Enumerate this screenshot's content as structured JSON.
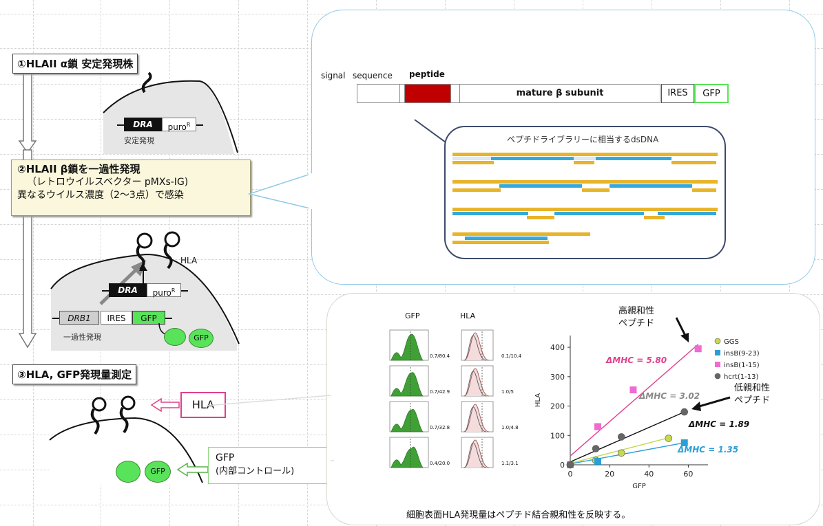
{
  "step1": {
    "label": "①HLAII α鎖 安定発現株"
  },
  "step2": {
    "title": "②HLAII β鎖を一過性発現",
    "line2": "（レトロウイルスベクター pMXs-IG)",
    "line3": "異なるウイルス濃度（2〜3点）で感染"
  },
  "step3": {
    "label": "③HLA, GFP発現量測定"
  },
  "cell1": {
    "gene": "DRA",
    "marker": "puro",
    "marker_sup": "R",
    "caption": "安定発現"
  },
  "cell2": {
    "gene": "DRA",
    "marker": "puro",
    "marker_sup": "R",
    "gene_b": "DRB1",
    "ires": "IRES",
    "gfp": "GFP",
    "hla": "HLA",
    "caption": "一過性発現",
    "gfp_ball": "GFP"
  },
  "cell3": {
    "hla_box": "HLA",
    "gfp_box_line1": "GFP",
    "gfp_box_line2": "(内部コントロール)",
    "gfp_ball": "GFP"
  },
  "construct": {
    "signal": "signal",
    "sequence": "sequence",
    "peptide": "peptide",
    "mature": "mature β subunit",
    "ires": "IRES",
    "gfp": "GFP"
  },
  "library": {
    "title": "ペプチドライブラリーに相当するdsDNA"
  },
  "flow": {
    "col_gfp": "GFP",
    "col_hla": "HLA",
    "rows": [
      {
        "gfp_val": "0.7/80.4",
        "hla_val": "0.1/10.4"
      },
      {
        "gfp_val": "0.7/42.9",
        "hla_val": "1.0/5"
      },
      {
        "gfp_val": "0.7/32.8",
        "hla_val": "1.0/4.8"
      },
      {
        "gfp_val": "0.4/20.0",
        "hla_val": "1.1/3.1"
      }
    ]
  },
  "annotations": {
    "high_line1": "高親和性",
    "high_line2": "ペプチド",
    "low_line1": "低親和性",
    "low_line2": "ペプチド",
    "caption": "細胞表面HLA発現量はペプチド結合親和性を反映する。"
  },
  "colors": {
    "ggs": "#c6d94f",
    "insb923": "#2a9fd6",
    "insb115": "#f06ad2",
    "hcrt": "#666666",
    "green": "#3fa035",
    "bright_green": "#59e35a",
    "pink_line": "#e0408c",
    "red_peptide": "#c00000"
  },
  "chart_data": {
    "type": "scatter",
    "xlabel": "GFP",
    "ylabel": "HLA",
    "xlim": [
      0,
      70
    ],
    "ylim": [
      0,
      440
    ],
    "xticks": [
      0,
      20,
      40,
      60
    ],
    "yticks": [
      0,
      100,
      200,
      300,
      400
    ],
    "grid": false,
    "legend_position": "right",
    "series": [
      {
        "name": "GGS",
        "color": "#c6d94f",
        "marker": "circle",
        "points": [
          [
            0,
            0
          ],
          [
            13,
            15
          ],
          [
            26,
            40
          ],
          [
            50,
            90
          ]
        ],
        "fit": [
          [
            0,
            5
          ],
          [
            50,
            92
          ]
        ],
        "label": "",
        "label_color": ""
      },
      {
        "name": "insB(9-23)",
        "color": "#2a9fd6",
        "marker": "square",
        "points": [
          [
            0,
            0
          ],
          [
            14,
            12
          ],
          [
            58,
            75
          ]
        ],
        "fit": [
          [
            0,
            3
          ],
          [
            58,
            75
          ]
        ],
        "label": "ΔMHC = 1.35",
        "label_color": "#2a9fd6"
      },
      {
        "name": "insB(1-15)",
        "color": "#f06ad2",
        "marker": "square",
        "points": [
          [
            0,
            0
          ],
          [
            14,
            130
          ],
          [
            32,
            255
          ],
          [
            65,
            395
          ]
        ],
        "fit": [
          [
            0,
            30
          ],
          [
            65,
            410
          ]
        ],
        "label": "ΔMHC = 5.80",
        "label_color": "#e0408c"
      },
      {
        "name": "hcrt(1-13)",
        "color": "#666666",
        "marker": "circle",
        "points": [
          [
            0,
            0
          ],
          [
            13,
            55
          ],
          [
            26,
            95
          ],
          [
            58,
            180
          ]
        ],
        "fit": [
          [
            0,
            10
          ],
          [
            58,
            180
          ]
        ],
        "label": "ΔMHC = 3.02",
        "label_color": "#888888"
      }
    ],
    "extra_labels": [
      {
        "text": "ΔMHC = 1.89",
        "color": "#111111"
      }
    ]
  }
}
